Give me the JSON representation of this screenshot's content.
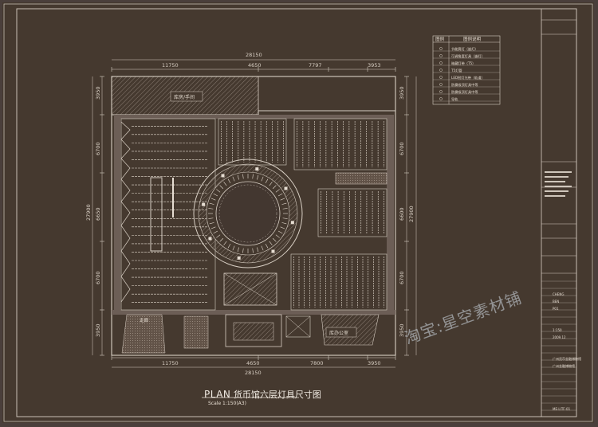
{
  "dimensions": {
    "top_total": "28150",
    "top_segments": [
      "11750",
      "4650",
      "7797",
      "3953"
    ],
    "bottom_total": "28150",
    "bottom_segments": [
      "11750",
      "4650",
      "7800",
      "3950"
    ],
    "left_total": "27900",
    "left_segments": [
      "3950",
      "6700",
      "6650",
      "6700",
      "3950"
    ],
    "right_total": "27900",
    "right_segments": [
      "3950",
      "6700",
      "6600",
      "6700",
      "3950"
    ]
  },
  "rooms": {
    "top_left": "库房/手间",
    "bottom_right": "库办公室",
    "bottom_left": "走廊"
  },
  "legend": {
    "header_left": "图例",
    "header_right": "图例说明",
    "items": [
      "节能筒灯（嵌灯）",
      "可调角度灯具（嵌灯）",
      "暗藏灯带（T5）",
      "T5灯管",
      "LED射灯光带（轨道）",
      "防雾吸顶灯具中等",
      "防雾吸顶灯具中等",
      "导轨"
    ]
  },
  "title_block": {
    "rows": [
      "CHENG",
      "BEN",
      "P01",
      "1:150",
      "2009.12",
      "广州货币金融博物馆",
      "广州金融博物馆",
      "ME-LITF-01"
    ]
  },
  "drawing_title": {
    "prefix": "PLAN",
    "name": "货币馆六层灯具尺寸图",
    "scale": "Scale 1:150(A3)"
  },
  "watermark": "淘宝:星空素材铺",
  "colors": {
    "background": "#45392f",
    "line": "#d8cfc4",
    "wall_fill": "#6c5e56"
  }
}
